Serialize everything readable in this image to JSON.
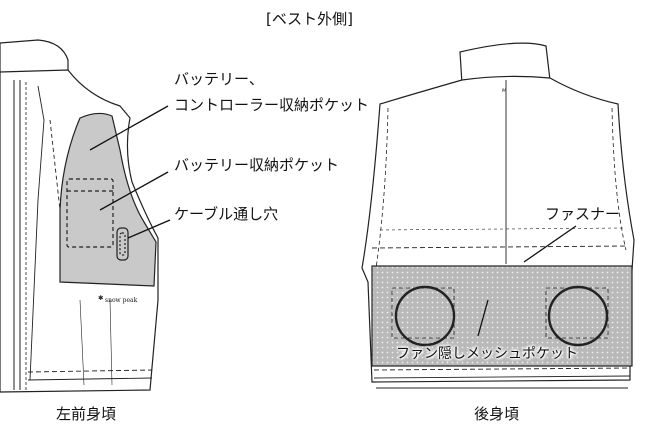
{
  "title": "[ベスト外側]",
  "front": {
    "caption": "左前身頃",
    "callouts": {
      "battery_controller_line1": "バッテリー、",
      "battery_controller_line2": "コントローラー収納ポケット",
      "battery_pocket": "バッテリー収納ポケット",
      "cable_hole": "ケーブル通し穴"
    },
    "brand_mark": "snow peak"
  },
  "back": {
    "caption": "後身頃",
    "callouts": {
      "fastener": "ファスナー",
      "fan_pocket": "ファン隠しメッシュポケット"
    }
  },
  "colors": {
    "pocket_gray": "#c9c9c9",
    "mesh_gray": "#b8b8b8",
    "outline": "#222222"
  }
}
